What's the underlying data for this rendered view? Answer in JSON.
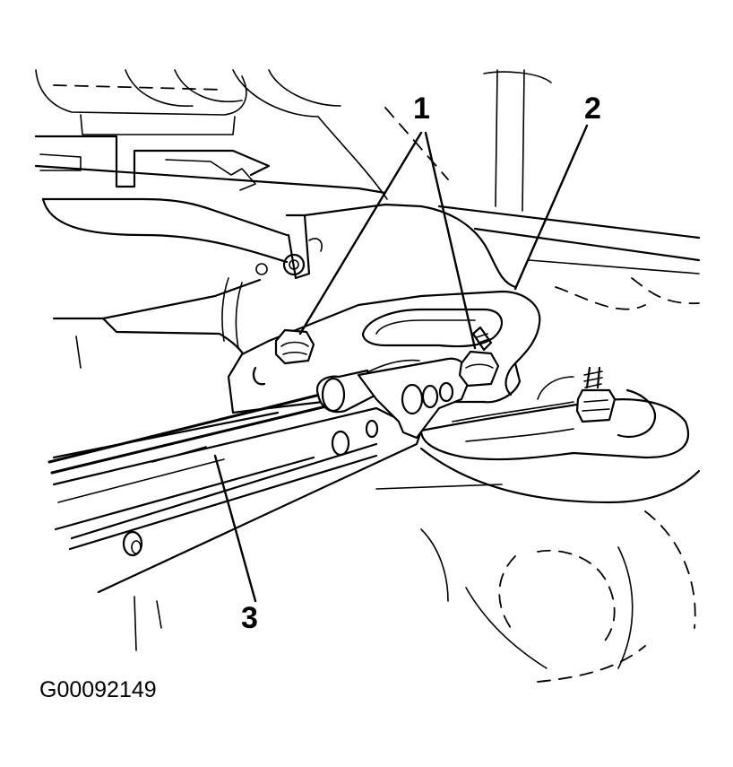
{
  "figure": {
    "id": "G00092149",
    "callouts": {
      "fasteners": "1",
      "bracket": "2",
      "strut": "3"
    }
  }
}
